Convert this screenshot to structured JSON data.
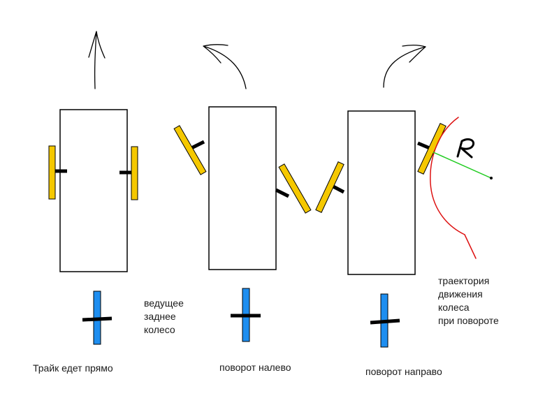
{
  "colors": {
    "background": "#ffffff",
    "outline": "#000000",
    "front_wheel": "#f5c800",
    "rear_wheel": "#1e8ef0",
    "axle": "#000000",
    "trajectory": "#dd1111",
    "radius": "#22cc22"
  },
  "panels": [
    {
      "caption": "Трайк едет прямо",
      "maneuver": "straight"
    },
    {
      "caption": "поворот налево",
      "maneuver": "left"
    },
    {
      "caption": "поворот направо",
      "maneuver": "right"
    }
  ],
  "annotations": {
    "rear_wheel_label": [
      "ведущее",
      "заднее",
      "колесо"
    ],
    "trajectory_label": [
      "траектория",
      "движения",
      "колеса",
      "при повороте"
    ],
    "radius_symbol": "R"
  }
}
